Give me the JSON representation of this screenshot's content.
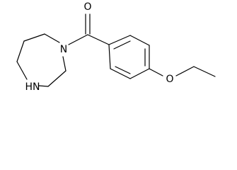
{
  "molecule": {
    "atoms": {
      "carbonyl_oxygen": "O",
      "diazepane_n1": "N",
      "diazepane_nh": "HN",
      "ether_oxygen": "O"
    },
    "colors": {
      "bond": "#000000",
      "label": "#000000",
      "background": "#ffffff"
    }
  }
}
